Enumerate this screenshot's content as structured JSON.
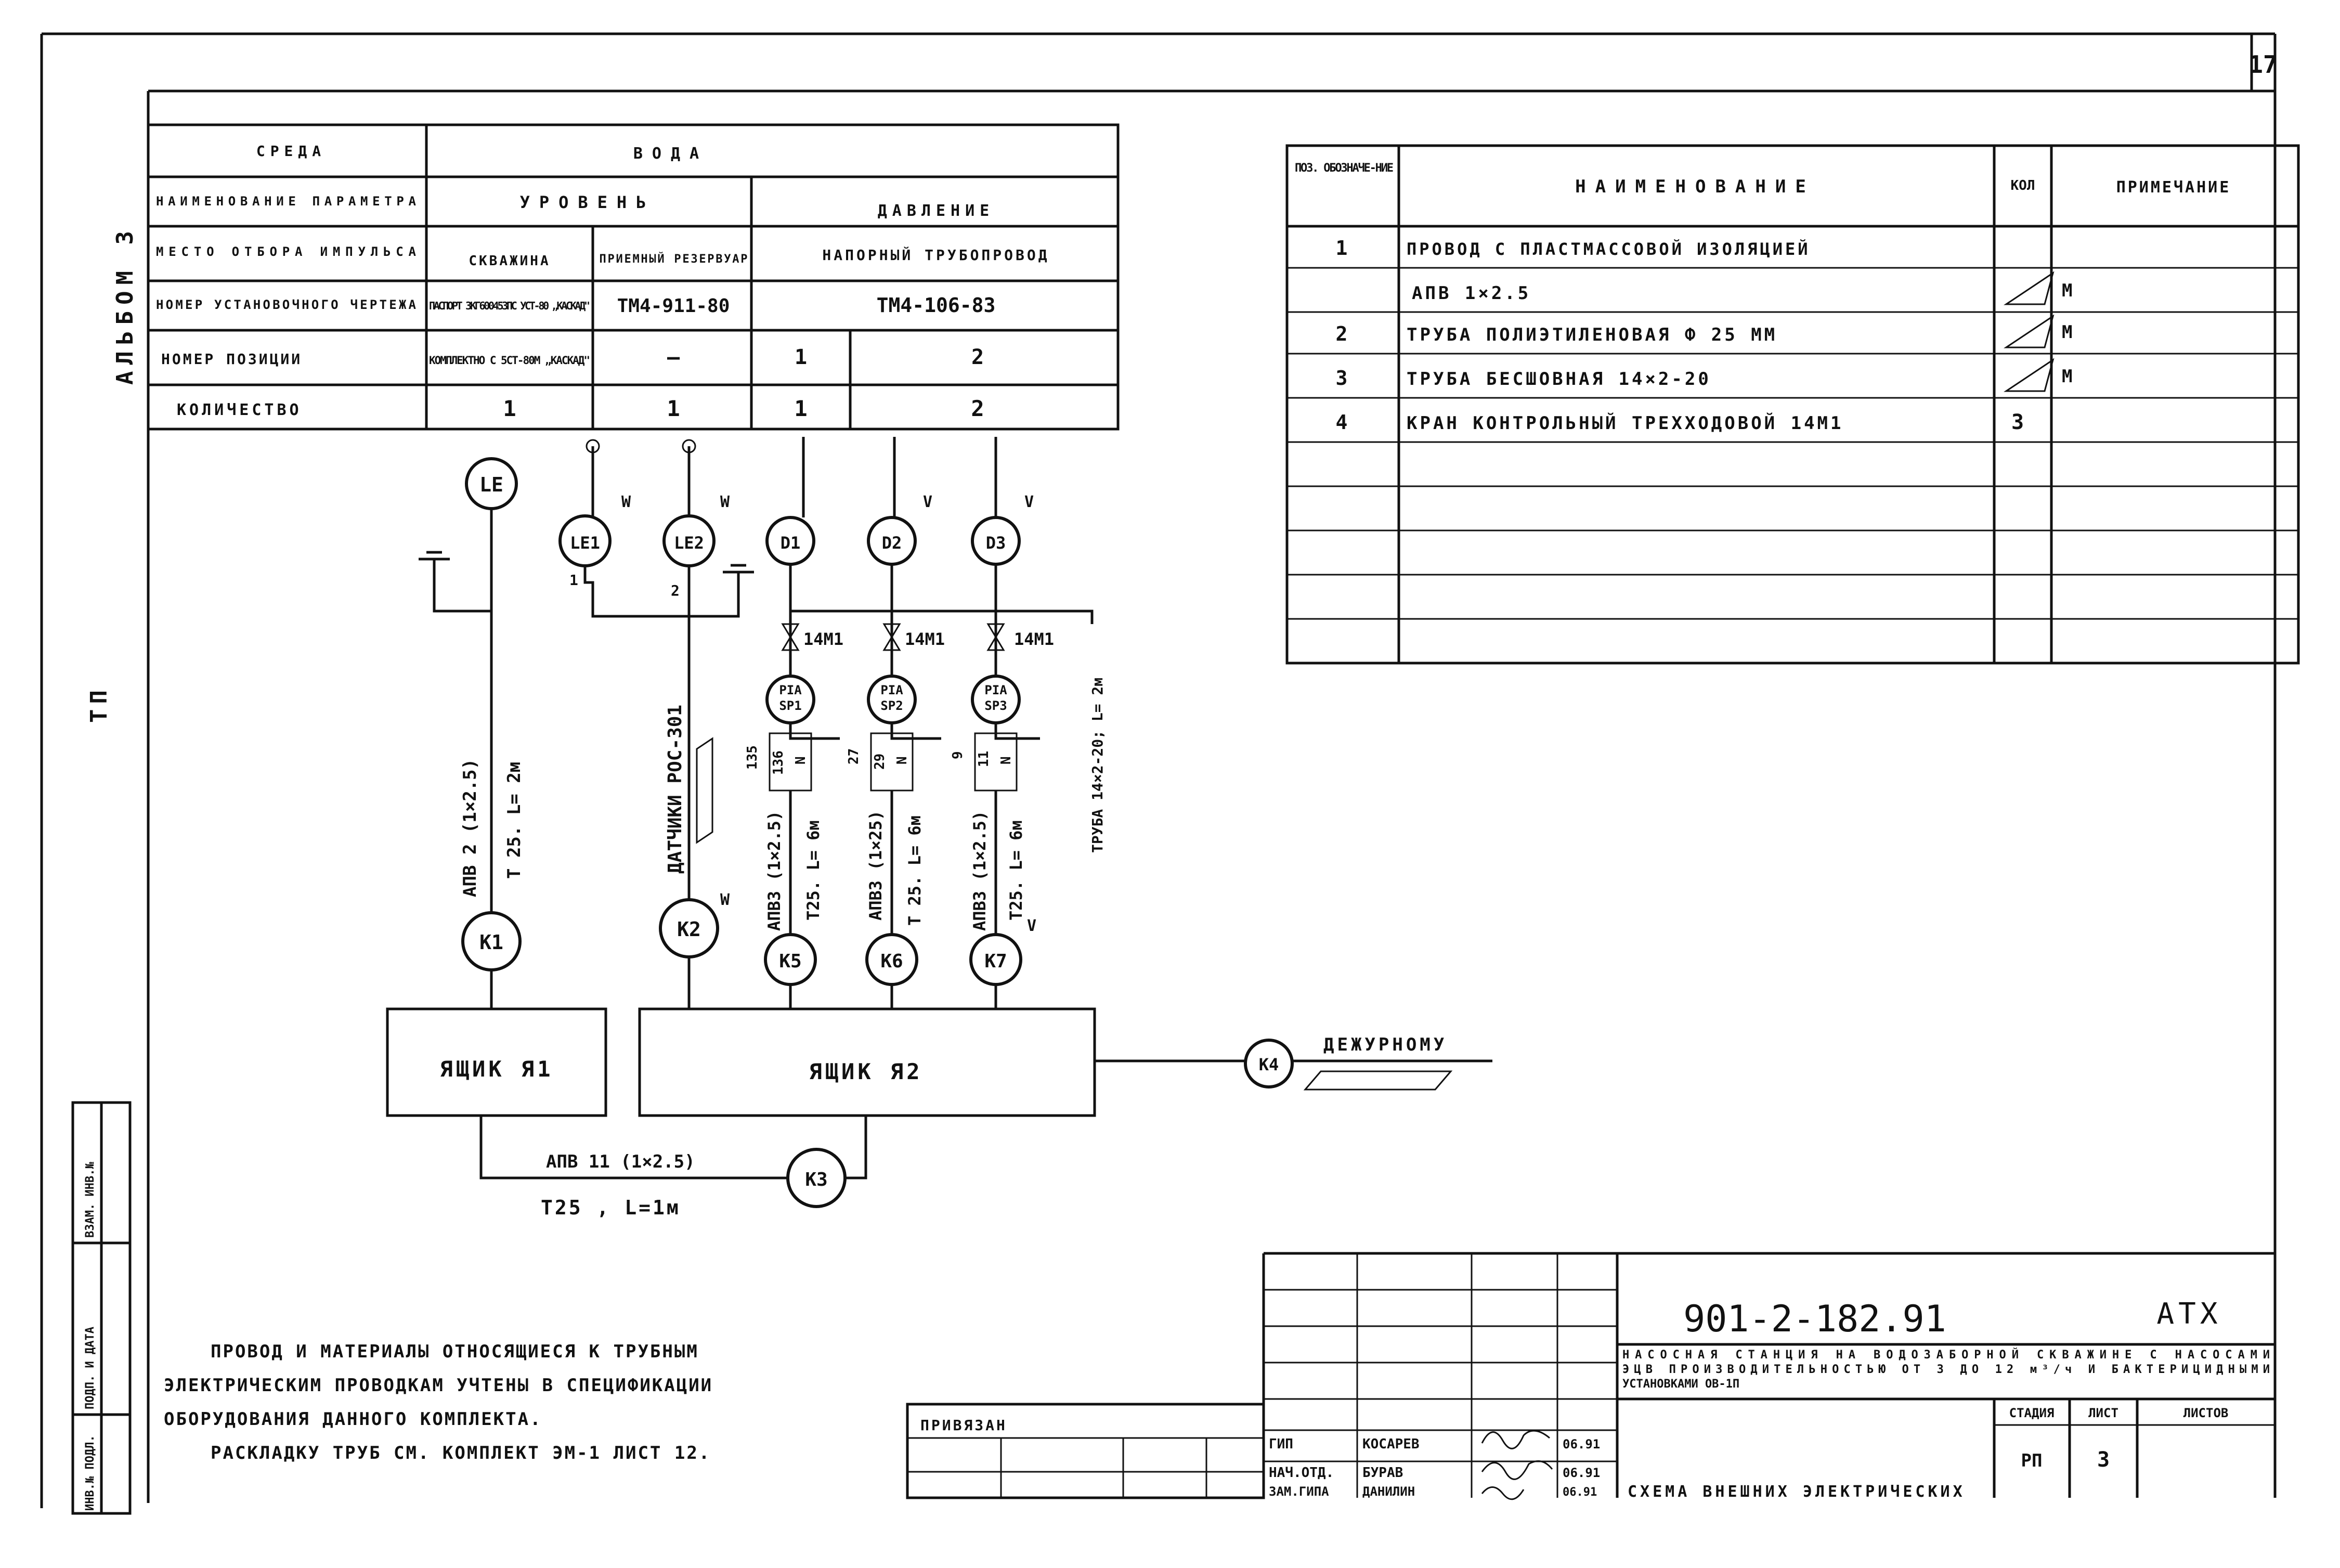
{
  "sheet": {
    "page_number": "17",
    "side_label_album": "АЛЬБОМ 3",
    "side_label_tp": "ТП",
    "stamp_cells": [
      "ВЗАМ. ИНВ.№",
      "ПОДП. И ДАТА",
      "ИНВ.№ ПОДЛ."
    ]
  },
  "param_table": {
    "rows": [
      {
        "label": "СРЕДА",
        "cells": [
          "ВОДА"
        ]
      },
      {
        "label": "НАИМЕНОВАНИЕ ПАРАМЕТРА",
        "cells": [
          "УРОВЕНЬ",
          "ДАВЛЕНИЕ"
        ]
      },
      {
        "label": "МЕСТО ОТБОРА ИМПУЛЬСА",
        "cells": [
          "СКВАЖИНА",
          "ПРИЕМНЫЙ РЕЗЕРВУАР",
          "НАПОРНЫЙ ТРУБОПРОВОД"
        ]
      },
      {
        "label": "НОМЕР УСТАНОВОЧНОГО ЧЕРТЕЖА",
        "cells": [
          "ПАСПОРТ ЗКГ600453ПС УСТ-80 „КАСКАД\"",
          "ТМ4-911-80",
          "ТМ4-106-83"
        ]
      },
      {
        "label": "НОМЕР ПОЗИЦИИ",
        "cells": [
          "КОМПЛЕКТНО С 5СТ-80М „КАСКАД\"",
          "—",
          "1",
          "2"
        ]
      },
      {
        "label": "КОЛИЧЕСТВО",
        "cells": [
          "1",
          "1",
          "1",
          "2"
        ]
      }
    ]
  },
  "spec_table": {
    "headers": [
      "ПОЗ. ОБОЗНАЧЕ-НИЕ",
      "НАИМЕНОВАНИЕ",
      "КОЛ",
      "ПРИМЕЧАНИЕ"
    ],
    "rows": [
      {
        "pos": "1",
        "name": "ПРОВОД С ПЛАСТМАССОВОЙ ИЗОЛЯЦИЕЙ",
        "qty": "",
        "note": ""
      },
      {
        "pos": "",
        "name": "АПВ 1×2.5",
        "qty": "",
        "note": "М"
      },
      {
        "pos": "2",
        "name": "ТРУБА ПОЛИЭТИЛЕНОВАЯ Ф 25 ММ",
        "qty": "",
        "note": "М"
      },
      {
        "pos": "3",
        "name": "ТРУБА БЕСШОВНАЯ 14×2-20",
        "qty": "",
        "note": "М"
      },
      {
        "pos": "4",
        "name": "КРАН КОНТРОЛЬНЫЙ ТРЕХХОДОВОЙ 14М1",
        "qty": "3",
        "note": ""
      }
    ]
  },
  "diagram": {
    "instruments": {
      "le": "LE",
      "le1": "LE1",
      "le2": "LE2",
      "d1": "D1",
      "d2": "D2",
      "d3": "D3"
    },
    "valve_label": "14М1",
    "pia": [
      {
        "tag": "PIA",
        "num": "SP1",
        "n1": "135",
        "n2": "136"
      },
      {
        "tag": "PIA",
        "num": "SP2",
        "n1": "27",
        "n2": "29"
      },
      {
        "tag": "PIA",
        "num": "SP3",
        "n1": "9",
        "n2": "11"
      }
    ],
    "junctions": {
      "k1": "K1",
      "k2": "K2",
      "k3": "K3",
      "k4": "K4",
      "k5": "K5",
      "k6": "K6",
      "k7": "K7"
    },
    "boxes": {
      "box1": "ЯЩИК Я1",
      "box2": "ЯЩИК Я2"
    },
    "cable_labels": {
      "c_k1": "АПВ 2 (1×2.5)",
      "c_k1_tube": "Т 25. L= 2м",
      "sensors": "ДАТЧИКИ РОС-301",
      "c_k5": "АПВ3 (1×2.5)",
      "c_k5_tube": "Т25. L= 6м",
      "c_k6": "АПВ3 (1×25)",
      "c_k6_tube": "Т 25. L= 6м",
      "c_k7": "АПВ3 (1×2.5)",
      "c_k7_tube": "Т25. L= 6м",
      "tube_14": "ТРУБА 14×2-20; L= 2м",
      "bottom_1": "АПВ 11 (1×2.5)",
      "bottom_2": "Т25 , L=1м",
      "duty": "ДЕЖУРНОМУ"
    },
    "marks": {
      "w": "W",
      "v": "V",
      "n": "N",
      "one": "1",
      "two": "2"
    }
  },
  "notes": [
    "ПРОВОД И МАТЕРИАЛЫ ОТНОСЯЩИЕСЯ К ТРУБНЫМ",
    "ЭЛЕКТРИЧЕСКИМ ПРОВОДКАМ УЧТЕНЫ В СПЕЦИФИКАЦИИ",
    "ОБОРУДОВАНИЯ ДАННОГО КОМПЛЕКТА.",
    "РАСКЛАДКУ ТРУБ СМ. КОМПЛЕКТ ЭМ-1 ЛИСТ 12."
  ],
  "title_block": {
    "doc_number": "901-2-182.91",
    "section": "АТХ",
    "description": [
      "НАСОСНАЯ СТАНЦИЯ НА ВОДОЗАБОРНОЙ СКВАЖИНЕ С НАСОСАМИ",
      "ЭЦВ ПРОИЗВОДИТЕЛЬНОСТЬЮ ОТ 3 ДО 12 м³/ч И БАКТЕРИЦИДНЫМИ",
      "УСТАНОВКАМИ ОВ-1П"
    ],
    "stage_head": "СТАДИЯ",
    "sheet_head": "ЛИСТ",
    "sheets_head": "ЛИСТОВ",
    "stage": "РП",
    "sheet": "3",
    "sheets": "",
    "privyazan": "ПРИВЯЗАН",
    "signers": [
      {
        "role": "ГИП",
        "name": "КОСАРЕВ",
        "date": "06.91"
      },
      {
        "role": "НАЧ.ОТД.",
        "name": "БУРАВ",
        "date": "06.91"
      },
      {
        "role": "ЗАМ.ГИПА",
        "name": "ДАНИЛИН",
        "date": "06.91"
      }
    ],
    "drawing_title": "СХЕМА ВНЕШНИХ ЭЛЕКТРИЧЕСКИХ"
  }
}
